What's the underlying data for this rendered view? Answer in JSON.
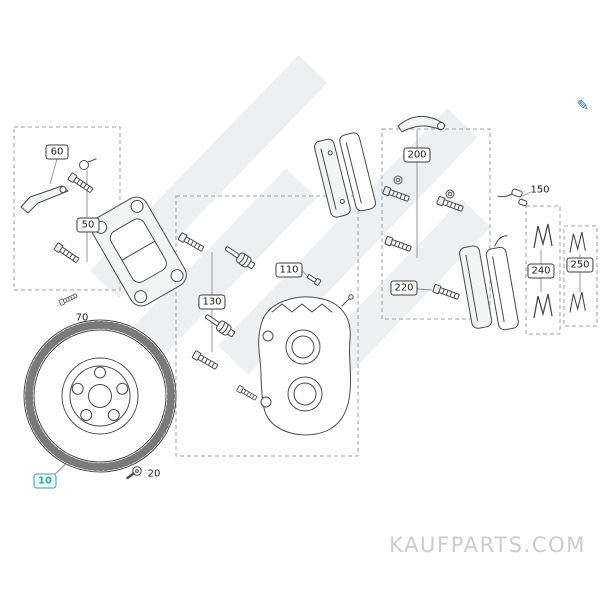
{
  "page": {
    "background": "#ffffff",
    "brand": "KAUFPARTS.COM",
    "accent_color": "#1668c7",
    "line_color": "#4a4a4a",
    "watermark_color": "#edeff0",
    "brand_color": "#c9ccd0",
    "highlight_color": "#2fa7a6"
  },
  "icons": {
    "edit": "✎"
  },
  "callouts": {
    "c10": "10",
    "c20": "20",
    "c50": "50",
    "c60": "60",
    "c70": "70",
    "c110": "110",
    "c130": "130",
    "c150": "150",
    "c200": "200",
    "c220": "220",
    "c240": "240",
    "c250": "250"
  }
}
